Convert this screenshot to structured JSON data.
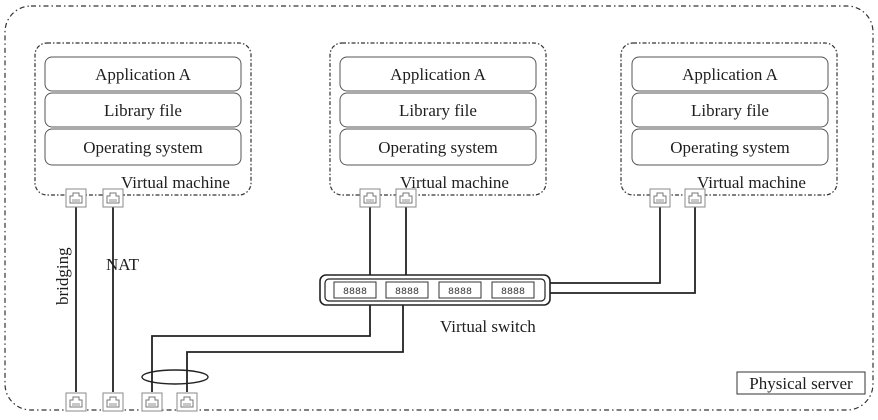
{
  "diagram": {
    "vms": [
      {
        "layers": [
          "Application A",
          "Library file",
          "Operating system"
        ],
        "label": "Virtual machine"
      },
      {
        "layers": [
          "Application A",
          "Library file",
          "Operating system"
        ],
        "label": "Virtual machine"
      },
      {
        "layers": [
          "Application A",
          "Library file",
          "Operating system"
        ],
        "label": "Virtual machine"
      }
    ],
    "labels": {
      "bridging": "bridging",
      "nat": "NAT",
      "virtual_switch": "Virtual switch",
      "physical_server": "Physical server"
    },
    "switch_ports": [
      "8888",
      "8888",
      "8888",
      "8888"
    ],
    "colors": {
      "line": "#222222",
      "layer_border": "#555555",
      "port_icon": "#888888"
    }
  }
}
